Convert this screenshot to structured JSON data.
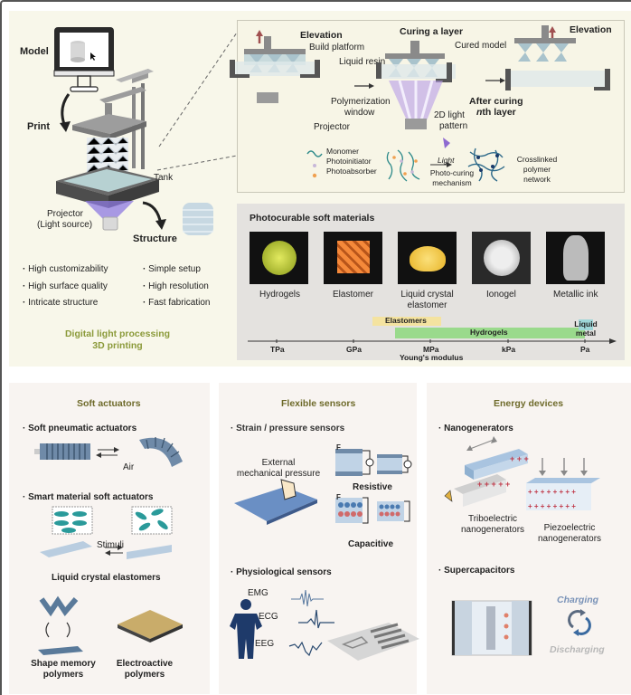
{
  "top_section": {
    "printer": {
      "model_label": "Model",
      "print_label": "Print",
      "tank_label": "Tank",
      "projector_label_line1": "Projector",
      "projector_label_line2": "(Light source)",
      "structure_label": "Structure"
    },
    "features_left": [
      "High customizability",
      "High surface quality",
      "Intricate structure"
    ],
    "features_right": [
      "Simple setup",
      "High resolution",
      "Fast fabrication"
    ],
    "title_line1": "Digital light processing",
    "title_line2": "3D printing",
    "title_color": "#8b9a3a",
    "process": {
      "step1": {
        "elevation": "Elevation",
        "build_platform": "Build platform",
        "liquid_resin": "Liquid resin",
        "window_line1": "Polymerization",
        "window_line2": "window",
        "projector": "Projector"
      },
      "step2": {
        "title": "Curing a layer",
        "pattern_line1": "2D light",
        "pattern_line2": "pattern"
      },
      "step3": {
        "elevation": "Elevation",
        "cured_model": "Cured model",
        "after_line1": "After curing",
        "after_line2_italic": "n",
        "after_line2_rest": "th layer"
      },
      "legend": [
        "Monomer",
        "Photoinitiator",
        "Photoabsorber"
      ],
      "light_label": "Light",
      "mechanism_line1": "Photo-curing",
      "mechanism_line2": "mechanism",
      "network_line1": "Crosslinked",
      "network_line2": "polymer",
      "network_line3": "network"
    },
    "materials": {
      "title": "Photocurable soft materials",
      "items": [
        {
          "label": "Hydrogels",
          "color": "#c8d43a"
        },
        {
          "label": "Elastomer",
          "color": "#f08a3a"
        },
        {
          "label_line1": "Liquid crystal",
          "label_line2": "elastomer",
          "color": "#f6d24a"
        },
        {
          "label": "Ionogel",
          "color": "#d0d0d0"
        },
        {
          "label": "Metallic ink",
          "color": "#c8c8c8"
        }
      ],
      "ranges": [
        {
          "label": "Elastomers",
          "color": "#f4e3a0"
        },
        {
          "label": "Hydrogels",
          "color": "#9ada8c"
        },
        {
          "label_line1": "Liquid",
          "label_line2": "metal",
          "color": "#9ed6d8"
        }
      ],
      "axis_ticks": [
        "TPa",
        "GPa",
        "MPa",
        "kPa",
        "Pa"
      ],
      "axis_label": "Young's modulus"
    }
  },
  "soft_actuators": {
    "title": "Soft actuators",
    "pneumatic": "Soft pneumatic actuators",
    "air_label": "Air",
    "smart": "Smart material soft actuators",
    "stimuli_label": "Stimuli",
    "lce_label": "Liquid crystal elastomers",
    "smp_line1": "Shape memory",
    "smp_line2": "polymers",
    "eap_line1": "Electroactive",
    "eap_line2": "polymers"
  },
  "flexible_sensors": {
    "title": "Flexible sensors",
    "strain": "Strain / pressure sensors",
    "pressure_line1": "External",
    "pressure_line2": "mechanical pressure",
    "force_label": "F",
    "resistive_label": "Resistive",
    "capacitive_label": "Capacitive",
    "physiological": "Physiological sensors",
    "signals": [
      "EMG",
      "ECG",
      "EEG"
    ]
  },
  "energy_devices": {
    "title": "Energy devices",
    "nanogenerators": "Nanogenerators",
    "tribo_line1": "Triboelectric",
    "tribo_line2": "nanogenerators",
    "piezo_line1": "Piezoelectric",
    "piezo_line2": "nanogenerators",
    "supercapacitors": "Supercapacitors",
    "charging": "Charging",
    "discharging": "Discharging",
    "charging_color": "#7a93b8",
    "discharging_color": "#b8b8b8"
  }
}
